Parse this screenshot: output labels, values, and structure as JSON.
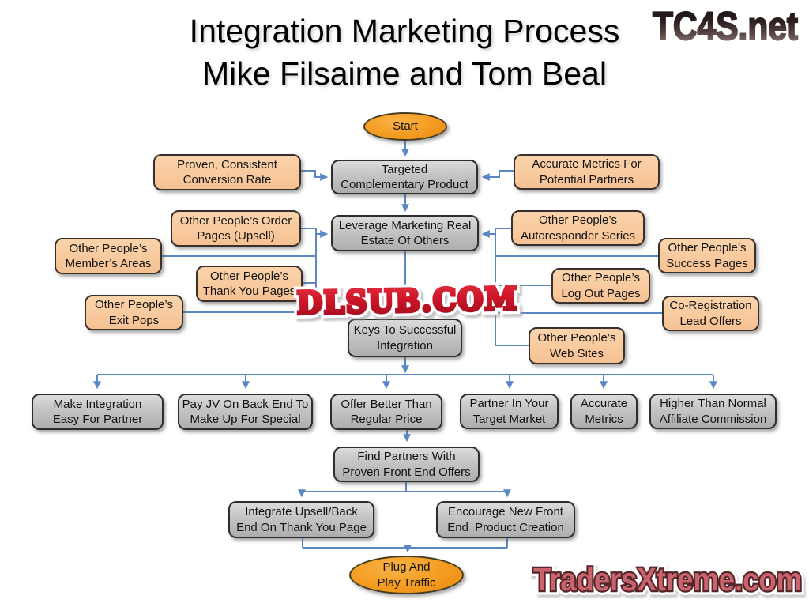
{
  "title": {
    "line1": "Integration Marketing Process",
    "line2": "Mike Filsaime and Tom Beal"
  },
  "watermarks": {
    "top_right": "TC4S.net",
    "center": "DLSUB.COM",
    "bottom_right": "TradersXtreme.com"
  },
  "colors": {
    "connector_blue": "#5b87c3",
    "gray_node_fill": "#c6c6c6",
    "orange_node_fill": "#f8ca9e",
    "ellipse_orange": "#f59d23",
    "dlsub_red": "#cc1528",
    "traders_rose": "#c9636c",
    "node_border": "#2d2d2d"
  },
  "nodes": {
    "start": "Start",
    "targeted": "Targeted\nComplementary Product",
    "proven": "Proven, Consistent\nConversion Rate",
    "metrics_partners": "Accurate Metrics For\nPotential Partners",
    "order": "Other People’s Order\nPages (Upsell)",
    "leverage": "Leverage Marketing Real\nEstate Of Others",
    "autoresponder": "Other People’s\nAutoresponder Series",
    "members": "Other People’s\nMember’s Areas",
    "thankyou": "Other People’s\nThank You Pages",
    "success": "Other People’s\nSuccess Pages",
    "logout": "Other People’s\nLog Out Pages",
    "exitpops": "Other People’s\nExit Pops",
    "coreg": "Co-Registration\nLead Offers",
    "websites": "Other People’s\nWeb Sites",
    "keys": "Keys To Successful\nIntegration",
    "make": "Make Integration\nEasy For Partner",
    "payjv": "Pay JV On Back End To\nMake Up For Special",
    "offer": "Offer Better Than\nRegular Price",
    "partner": "Partner In Your\nTarget Market",
    "accurate": "Accurate\nMetrics",
    "higher": "Higher Than Normal\nAffiliate Commission",
    "find": "Find Partners With\nProven Front End Offers",
    "integrate": "Integrate Upsell/Back\nEnd On Thank You Page",
    "encourage": "Encourage New Front\nEnd  Product Creation",
    "plug": "Plug And\nPlay Traffic"
  }
}
